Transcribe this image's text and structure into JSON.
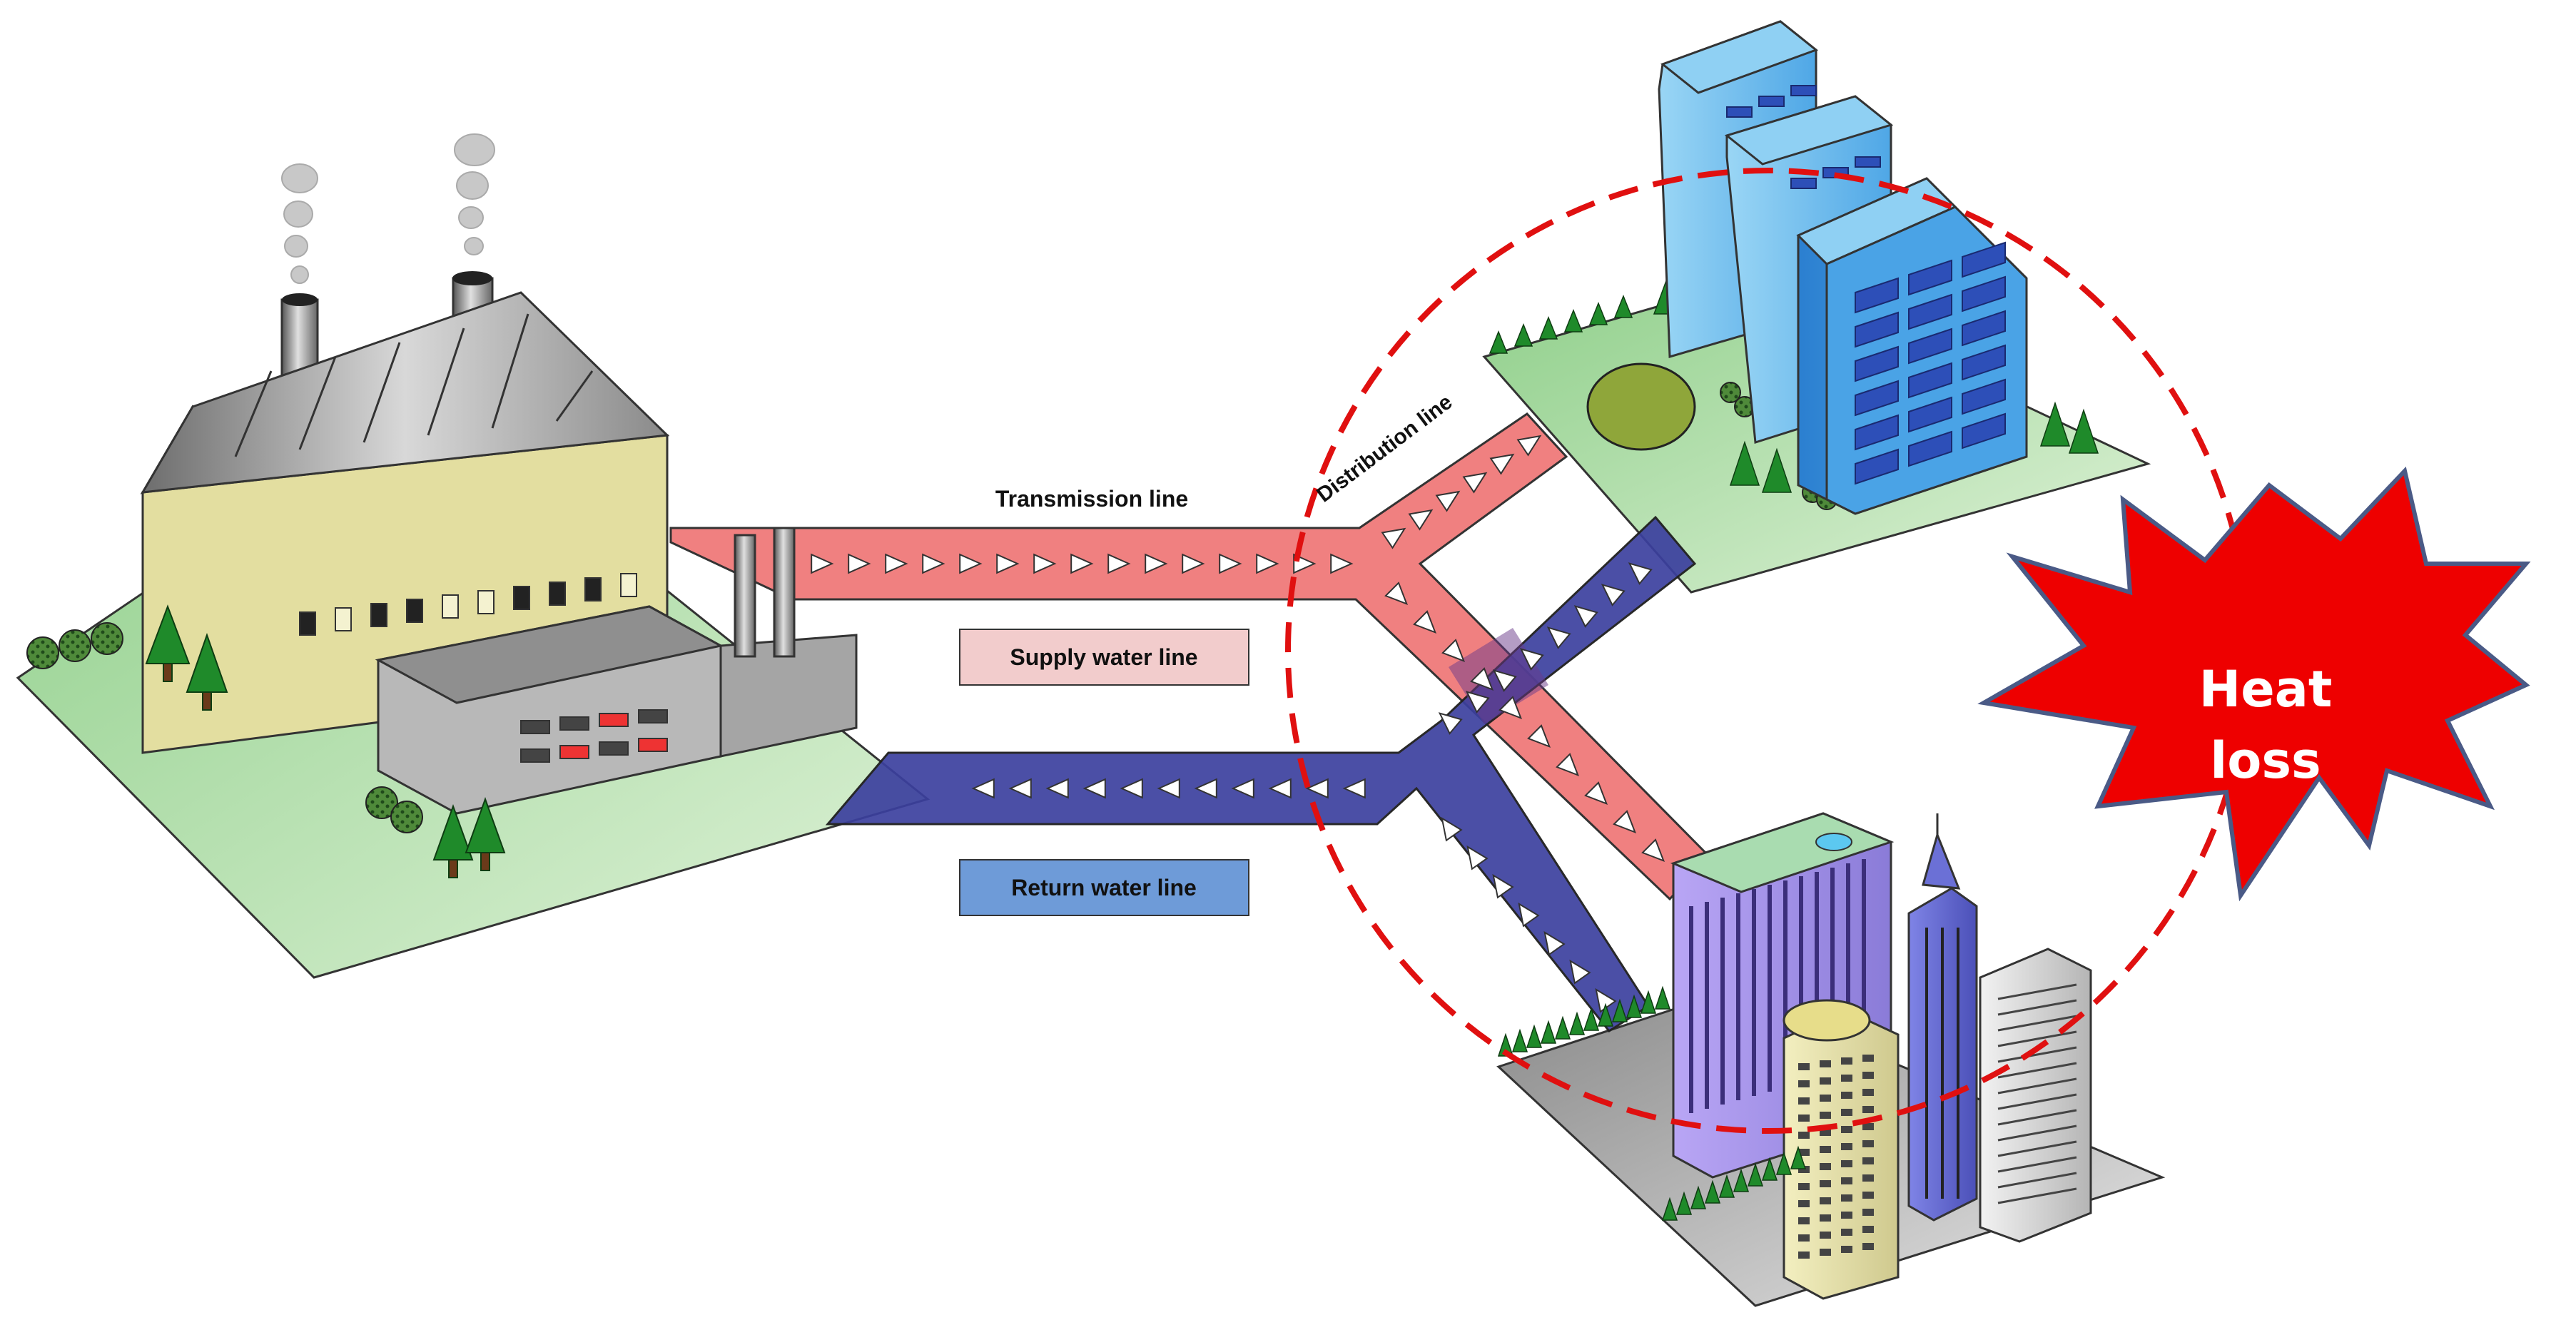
{
  "labels": {
    "transmission": "Transmission line",
    "distribution": "Distribution line",
    "supply": "Supply water line",
    "return": "Return water line",
    "heat_line1": "Heat",
    "heat_line2": "loss"
  },
  "colors": {
    "supply_pipe": "#f08080",
    "return_pipe": "#3b3f9e",
    "supply_label_bg": "#f2cccc",
    "return_label_bg": "#6e9bd8",
    "heat_star": "#ee0000",
    "heat_circle": "#e01010",
    "ground": "#b8dcb0"
  },
  "icons": {
    "plant": "power-plant-icon",
    "residential": "residential-buildings-icon",
    "commercial": "commercial-buildings-icon"
  }
}
